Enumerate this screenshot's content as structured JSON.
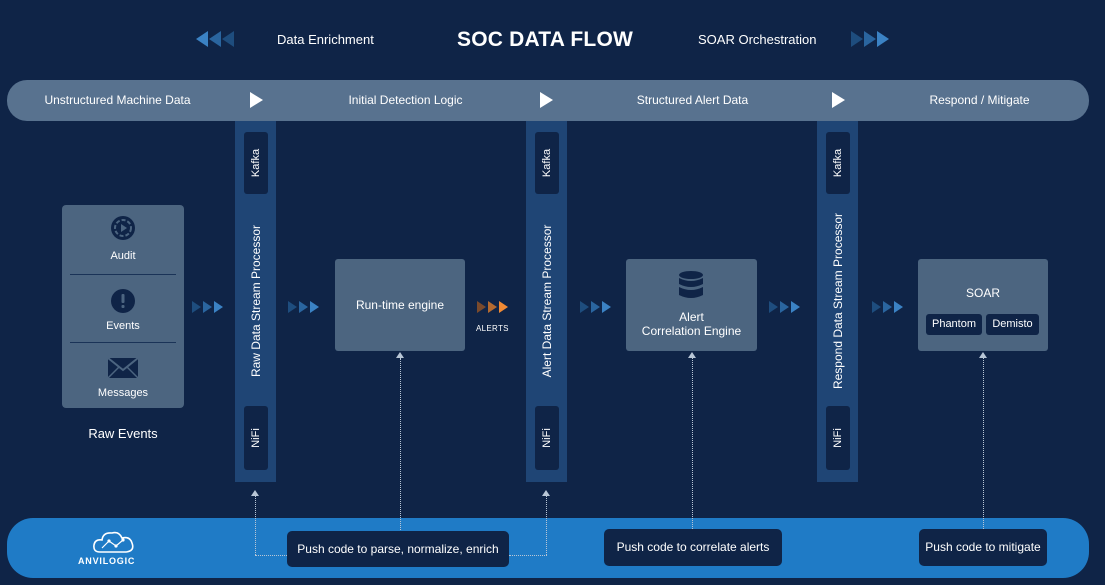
{
  "header": {
    "title": "SOC DATA FLOW",
    "left_label": "Data Enrichment",
    "right_label": "SOAR Orchestration"
  },
  "stages": [
    {
      "label": "Unstructured Machine Data"
    },
    {
      "label": "Initial Detection Logic"
    },
    {
      "label": "Structured Alert Data"
    },
    {
      "label": "Respond / Mitigate"
    }
  ],
  "processors": [
    {
      "name": "Raw Data Stream Processor",
      "top_tag": "Kafka",
      "bottom_tag": "NiFi"
    },
    {
      "name": "Alert Data Stream Processor",
      "top_tag": "Kafka",
      "bottom_tag": "NiFi"
    },
    {
      "name": "Respond Data Stream Processor",
      "top_tag": "Kafka",
      "bottom_tag": "NiFi"
    }
  ],
  "raw_events": {
    "items": [
      {
        "label": "Audit",
        "icon": "audit-icon"
      },
      {
        "label": "Events",
        "icon": "alert-circle-icon"
      },
      {
        "label": "Messages",
        "icon": "envelope-icon"
      }
    ],
    "caption": "Raw Events"
  },
  "runtime_engine": {
    "label": "Run-time engine",
    "alerts_label": "ALERTS"
  },
  "correlation_engine": {
    "line1": "Alert",
    "line2": "Correlation Engine",
    "icon": "database-icon"
  },
  "soar": {
    "label": "SOAR",
    "tools": [
      "Phantom",
      "Demisto"
    ]
  },
  "bottom_bar": {
    "logo_text": "ANVILOGIC",
    "logo_icon": "cloud-network-icon",
    "push_parse": "Push code to parse, normalize, enrich",
    "push_correlate": "Push code to correlate alerts",
    "push_mitigate": "Push code to mitigate"
  },
  "colors": {
    "background": "#0f2447",
    "band": "#58728f",
    "processor": "#1f4575",
    "box": "#4c6580",
    "accent": "#3b82c4",
    "alert_orange": "#f08a35",
    "bottom_bar": "#1f7bc6"
  }
}
